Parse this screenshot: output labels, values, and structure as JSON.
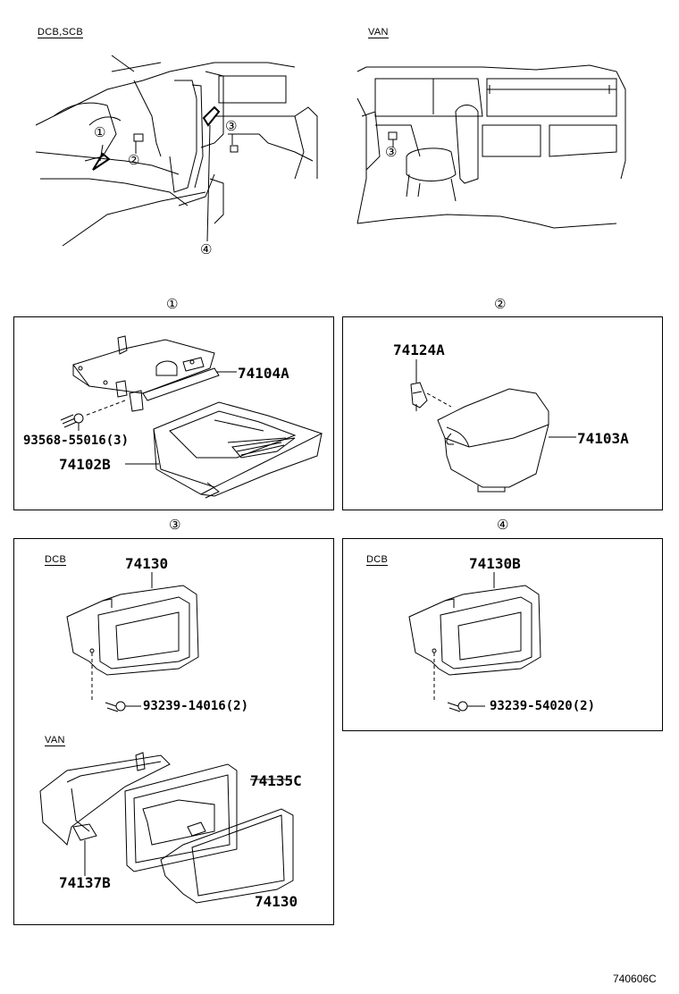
{
  "labels": {
    "dcb_scb": "DCB,SCB",
    "van_top": "VAN",
    "dcb3": "DCB",
    "van3": "VAN",
    "dcb4": "DCB"
  },
  "callouts": {
    "c1": "①",
    "c2": "②",
    "c3": "③",
    "c4": "④"
  },
  "panel_headers": {
    "p1": "①",
    "p2": "②",
    "p3": "③",
    "p4": "④"
  },
  "parts": {
    "p74104A": "74104A",
    "p93568": "93568-55016(3)",
    "p74102B": "74102B",
    "p74124A": "74124A",
    "p74103A": "74103A",
    "p74130_dcb": "74130",
    "p93239_14016": "93239-14016(2)",
    "p74135C": "74135C",
    "p74137B": "74137B",
    "p74130_van": "74130",
    "p74130B": "74130B",
    "p93239_54020": "93239-54020(2)"
  },
  "footer_code": "740606C"
}
